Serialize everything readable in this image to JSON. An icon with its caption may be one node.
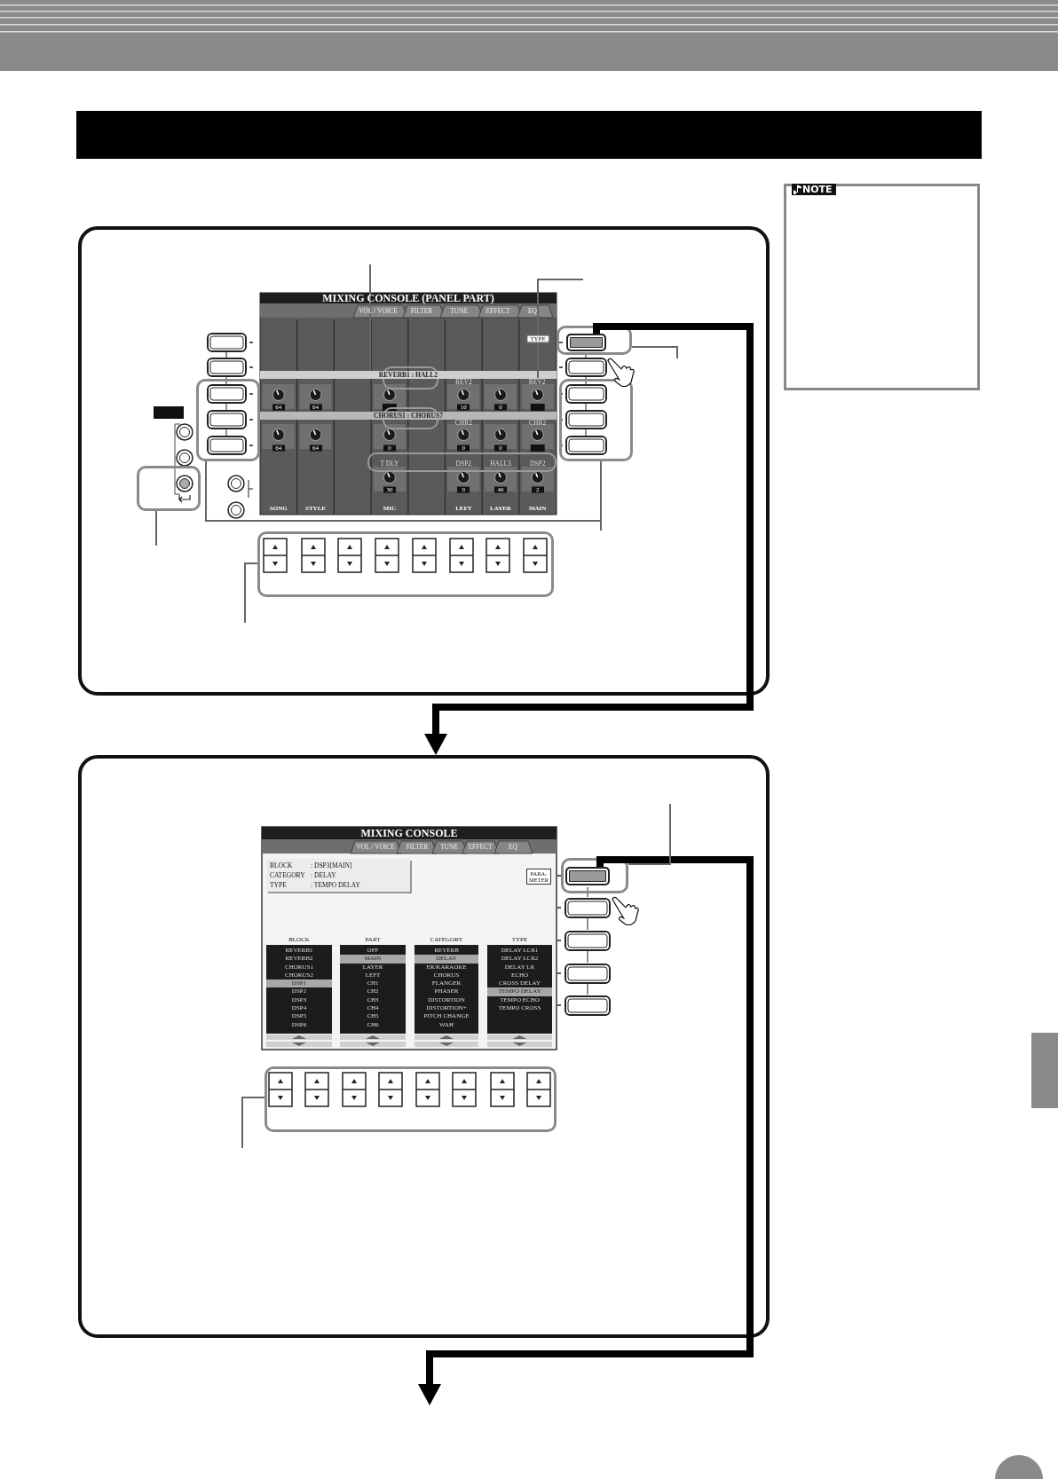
{
  "diagram": {
    "nodes": [
      {
        "text": [],
        "shape": "bar"
      },
      {
        "text": [
          "NOTE"
        ]
      },
      {
        "text": [],
        "shape": "box"
      },
      {
        "text": [],
        "shape": "box",
        "in": 2
      },
      {
        "text": [],
        "shape": "box",
        "in": 3
      },
      {
        "text": [
          "REVERB1 : HALL2"
        ],
        "in": 2
      },
      {
        "text": [
          "CHORUS1 : CHORUS7"
        ],
        "in": 2
      },
      {
        "text": [
          "REV2"
        ],
        "in": 2
      },
      {
        "text": [],
        "shape": "box",
        "in": 2
      },
      {
        "text": [],
        "shape": "box",
        "in": 2
      },
      {
        "text": [],
        "shape": "box",
        "in": 2
      },
      {
        "text": [],
        "shape": "box",
        "in": 2
      },
      {
        "text": [],
        "shape": "box"
      },
      {
        "text": [],
        "shape": "box",
        "in": 12
      },
      {
        "text": [],
        "shape": "box",
        "in": 13
      },
      {
        "text": [
          "BLOCK",
          ": DSP3[MAIN]",
          "CATEGORY",
          ": DELAY",
          "TYPE",
          ": TEMPO DELAY"
        ],
        "in": 12
      },
      {
        "text": [
          "BLOCK",
          "REVERB1",
          "REVERB2",
          "CHORUS1",
          "CHORUS2",
          "DSP1",
          "DSP2",
          "DSP3",
          "DSP4",
          "DSP5",
          "DSP6"
        ],
        "in": 12
      },
      {
        "text": [
          "PART",
          "OFF",
          "MAIN",
          "LAYER",
          "LEFT",
          "CH1",
          "CH2",
          "CH3",
          "CH4",
          "CH5",
          "CH6"
        ],
        "in": 12
      },
      {
        "text": [
          "CATEGORY",
          "REVERB",
          "DELAY",
          "ER/KARAOKE",
          "CHORUS",
          "FLANGER",
          "PHASER",
          "DISTORTION",
          "DISTORTION+",
          "PITCH CHANGE",
          "WAH"
        ],
        "in": 12
      },
      {
        "text": [
          "TYPE",
          "DELAY LCR1",
          "DELAY LCR2",
          "DELAY LR",
          "ECHO",
          "CROSS DELAY",
          "TEMPO DELAY",
          "TEMPO ECHO",
          "TEMPO CROSS"
        ],
        "in": 12
      },
      {
        "text": [],
        "shape": "box",
        "in": 12
      },
      {
        "text": [],
        "shape": "bar"
      },
      {
        "text": [],
        "shape": "circle"
      }
    ],
    "edges": [
      {
        "from": 4,
        "to": 12,
        "arrow": "to",
        "style": "thick",
        "color": "#000000"
      },
      {
        "from": 14,
        "to": null,
        "arrow": "to",
        "style": "thick",
        "color": "#000000"
      },
      {
        "from": null,
        "to": 5,
        "arrow": "none"
      },
      {
        "from": null,
        "to": 7,
        "arrow": "none"
      },
      {
        "from": 3,
        "to": null,
        "arrow": "none"
      },
      {
        "from": 8,
        "to": null,
        "arrow": "none"
      },
      {
        "from": 9,
        "to": null,
        "arrow": "none"
      },
      {
        "from": 10,
        "to": null,
        "arrow": "none"
      },
      {
        "from": 11,
        "to": null,
        "arrow": "none"
      },
      {
        "from": 13,
        "to": null,
        "arrow": "none"
      },
      {
        "from": 20,
        "to": null,
        "arrow": "none"
      }
    ],
    "labels": [
      "MIXING CONSOLE (PANEL PART)",
      "VOL / VOICE",
      "FILTER",
      "TUNE",
      "EFFECT",
      "EQ",
      "TYPE",
      "REV2",
      "64",
      "64",
      "10",
      "0",
      "CHR2",
      "CHR2",
      "64",
      "64",
      "0",
      "0",
      "0",
      "T DLY",
      "DSP2",
      "HALL3",
      "DSP2",
      "30",
      "0",
      "46",
      "2",
      "SONG",
      "STYLE",
      "MIC",
      "LEFT",
      "LAYER",
      "MAIN",
      "MIXING CONSOLE",
      "VOL / VOICE",
      "FILTER",
      "TUNE",
      "EFFECT",
      "EQ",
      "PARA- METER"
    ]
  }
}
